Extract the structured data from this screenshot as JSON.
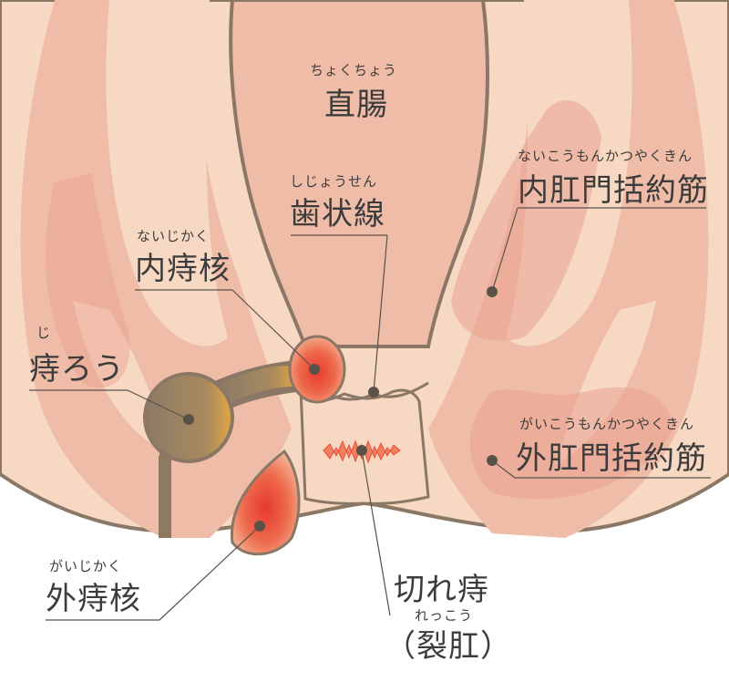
{
  "labels": {
    "rectum": {
      "ruby": "ちょくちょう",
      "text": "直腸"
    },
    "dentate_line": {
      "ruby": "しじょうせん",
      "text": "歯状線"
    },
    "internal_sphincter": {
      "ruby": "ないこうもんかつやくきん",
      "text": "内肛門括約筋"
    },
    "internal_hemorrhoid": {
      "ruby": "ないじかく",
      "text": "内痔核"
    },
    "anal_fistula": {
      "ruby": "じ",
      "text": "痔ろう"
    },
    "external_sphincter": {
      "ruby": "がいこうもんかつやくきん",
      "text": "外肛門括約筋"
    },
    "external_hemorrhoid": {
      "ruby": "がいじかく",
      "text": "外痔核"
    },
    "anal_fissure": {
      "text": "切れ痔",
      "ruby": "れっこう",
      "text2": "（裂肛）"
    }
  },
  "colors": {
    "skin": "#f7d9c3",
    "tissue": "#efbca8",
    "muscle": "#e9a08f",
    "outline": "#8a7766",
    "fistula": "#8e7a62",
    "hemorrhoid": "#e94d3a",
    "leader": "#5a5149"
  }
}
